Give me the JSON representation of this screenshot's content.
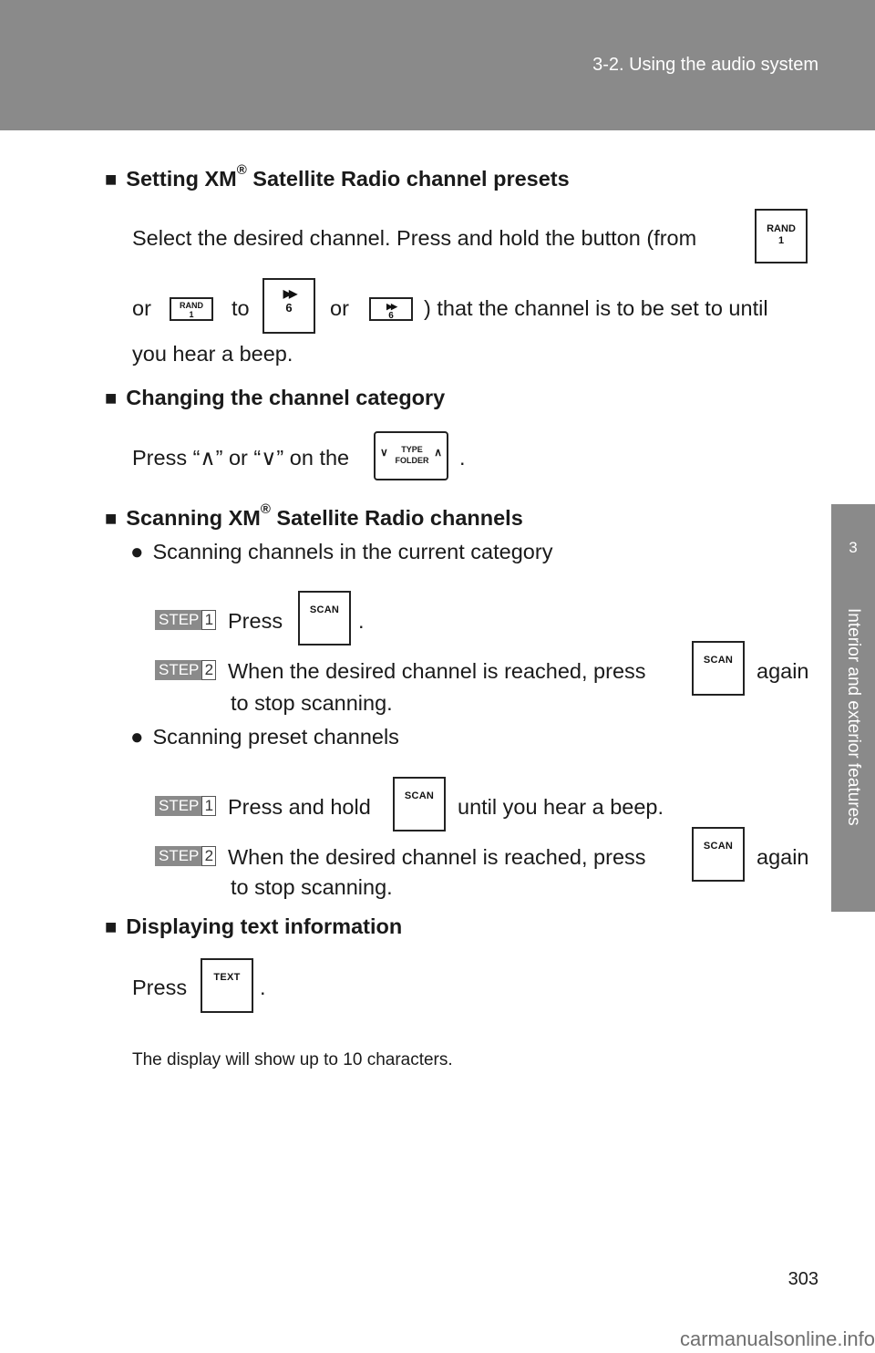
{
  "header": {
    "section_title": "3-2. Using the audio system"
  },
  "side_tab": {
    "chapter_number": "3",
    "chapter_title": "Interior and exterior features"
  },
  "sections": {
    "presets": {
      "heading_prefix": "Setting XM",
      "heading_reg": "®",
      "heading_suffix": " Satellite Radio channel presets",
      "line1": "Select the desired channel. Press and hold the button (from",
      "or1": "or",
      "to": "to",
      "or2": "or",
      "line2_tail": ") that the channel is to be set to until",
      "line3": "you hear a beep."
    },
    "category": {
      "heading": "Changing the channel category",
      "press_text": "Press “∧” or “∨” on the",
      "period": "."
    },
    "scanning": {
      "heading_prefix": "Scanning XM",
      "heading_reg": "®",
      "heading_suffix": " Satellite Radio channels",
      "sub1": "Scanning channels in the current category",
      "sub1_step1": "Press",
      "sub1_step1_end": ".",
      "sub1_step2": "When the desired channel is reached, press",
      "sub1_step2_again": "again",
      "sub1_step2_cont": "to stop scanning.",
      "sub2": "Scanning preset channels",
      "sub2_step1": "Press and hold",
      "sub2_step1_end": "until you hear a beep.",
      "sub2_step2": "When the desired channel is reached, press",
      "sub2_step2_again": "again",
      "sub2_step2_cont": "to stop scanning."
    },
    "text_info": {
      "heading": "Displaying text information",
      "press": "Press",
      "period": "."
    }
  },
  "buttons": {
    "rand": "RAND",
    "rand_num": "1",
    "ff": "▶▶",
    "ff_num": "6",
    "scan": "SCAN",
    "text": "TEXT",
    "type": "TYPE",
    "folder": "FOLDER",
    "chev_down": "∨",
    "chev_up": "∧"
  },
  "step_labels": {
    "step": "STEP",
    "one": "1",
    "two": "2"
  },
  "note": "The display will show up to 10 characters.",
  "page_number": "303",
  "watermark": "carmanualsonline.info"
}
